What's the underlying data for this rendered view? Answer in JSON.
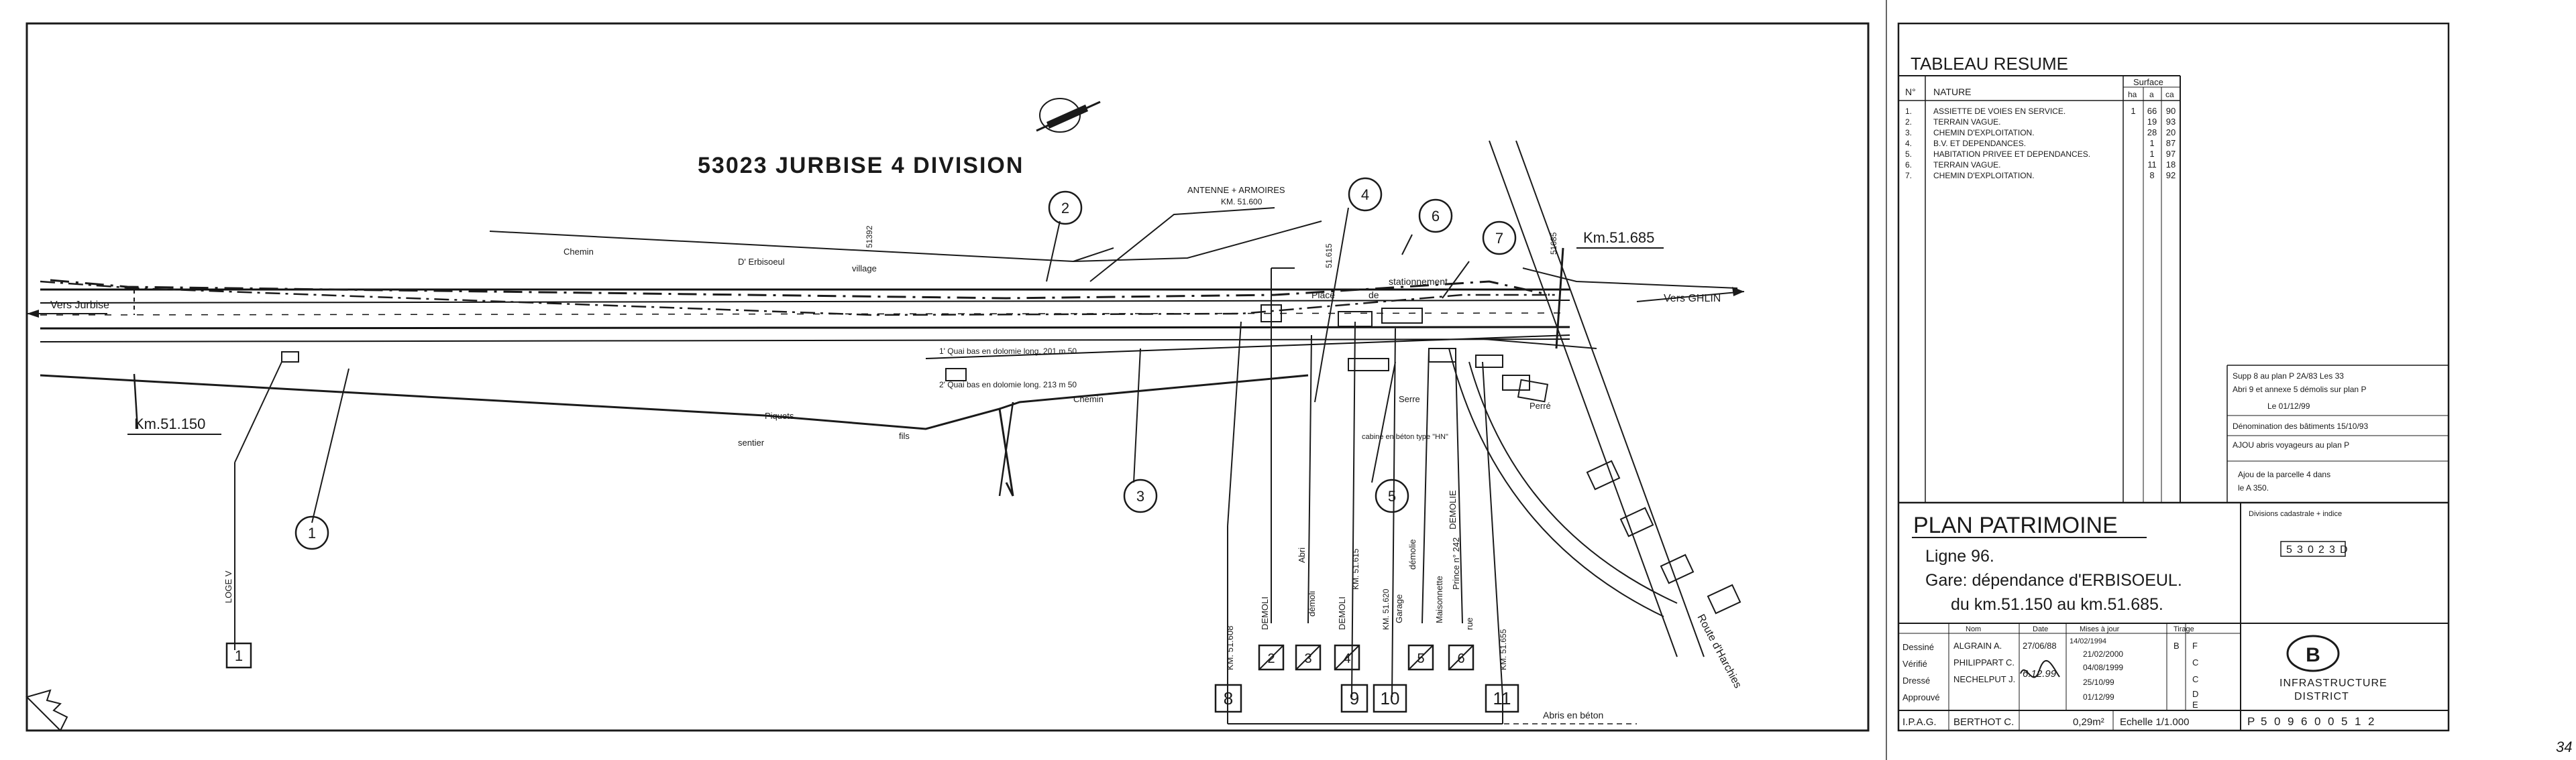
{
  "plan": {
    "title": "53023 JURBISE 4 DIVISION",
    "km_start": "Km.51.150",
    "km_end": "Km.51.685",
    "vers_left": "Vers Jurbise",
    "vers_right": "Vers GHLIN",
    "chemin_top": "Chemin",
    "chemin_erbisoeul": "D' Erbisoeul",
    "village": "village",
    "chemin_low": "Chemin",
    "piquets": "Piquets",
    "fils": "fils",
    "sentier": "sentier",
    "place": "Place",
    "de": "de",
    "stationnement": "stationnement",
    "antenne": "ANTENNE + ARMOIRES",
    "antenne_km": "KM. 51.600",
    "km51392": "51392",
    "km51615": "51.615",
    "km51685b": "51685",
    "quai1": "1' Quai    bas    en    dolomie    long. 201 m 50",
    "quai2": "2' Quai    bas    en    dolomie    long. 213 m 50",
    "remarque_abri": "Abris en béton",
    "cabine": "cabine en béton type \"HN\"",
    "perre": "Perré",
    "serre": "Serre",
    "route": "Route d'Harchies",
    "callouts": [
      "1",
      "2",
      "3",
      "4",
      "5",
      "6",
      "7"
    ],
    "boxes": [
      "1",
      "2",
      "3",
      "4",
      "5",
      "6",
      "8",
      "9",
      "10",
      "11"
    ],
    "vlabels": {
      "loge": "LOGE V",
      "km51608": "KM. 51.608",
      "demoli1": "DEMOLI",
      "abri": "Abri",
      "demoli2": "démoli",
      "demoli3": "DEMOLI",
      "km51615v": "KM. 51.615",
      "km51620": "KM. 51.620",
      "garage": "Garage",
      "demolie": "démolie",
      "maison": "Maisonnette",
      "demolie2": "DEMOLIE",
      "rue": "rue",
      "prince": "Prince n° 242",
      "km51655": "KM. 51.655"
    }
  },
  "tableau": {
    "title": "TABLEAU RESUME",
    "col_no": "N°",
    "col_nature": "NATURE",
    "col_surface": "Surface",
    "col_ha": "ha",
    "col_a": "a",
    "col_ca": "ca",
    "rows": [
      {
        "no": "1.",
        "nature": "ASSIETTE DE VOIES EN SERVICE.",
        "ha": "1",
        "a": "66",
        "ca": "90"
      },
      {
        "no": "2.",
        "nature": "TERRAIN VAGUE.",
        "ha": "",
        "a": "19",
        "ca": "93"
      },
      {
        "no": "3.",
        "nature": "CHEMIN D'EXPLOITATION.",
        "ha": "",
        "a": "28",
        "ca": "20"
      },
      {
        "no": "4.",
        "nature": "B.V. ET DEPENDANCES.",
        "ha": "",
        "a": "1",
        "ca": "87"
      },
      {
        "no": "5.",
        "nature": "HABITATION PRIVEE ET DEPENDANCES.",
        "ha": "",
        "a": "1",
        "ca": "97"
      },
      {
        "no": "6.",
        "nature": "TERRAIN VAGUE.",
        "ha": "",
        "a": "11",
        "ca": "18"
      },
      {
        "no": "7.",
        "nature": "CHEMIN D'EXPLOITATION.",
        "ha": "",
        "a": "8",
        "ca": "92"
      }
    ]
  },
  "notes": [
    "Supp 8 au plan P 2A/83 Les 33",
    "Abri 9 et annexe 5 démolis sur plan P",
    "Le 01/12/99",
    "Dénomination des bâtiments 15/10/93",
    "AJOU abris voyageurs au plan P",
    "Ajou de la parcelle 4 dans",
    "le A 350."
  ],
  "cartouche": {
    "title": "PLAN PATRIMOINE",
    "ligne": "Ligne  96.",
    "gare": "Gare: dépendance d'ERBISOEUL.",
    "du": "du km.51.150 au km.51.685.",
    "div_label": "Divisions cadastrale + indice",
    "div_code": [
      "5",
      "3",
      "0",
      "2",
      "3",
      "D"
    ],
    "head_nom": "Nom",
    "head_date": "Date",
    "head_mise": "Mises à jour",
    "head_tirage": "Tirage",
    "rows": [
      {
        "role": "Dessiné",
        "nom": "ALGRAIN A.",
        "date": "27/06/88",
        "maj": "14/02/1994",
        "tir": "B",
        "tir2": "F"
      },
      {
        "role": "Vérifié",
        "nom": "PHILIPPART C.",
        "date": "",
        "maj": "21/02/2000",
        "tir": "",
        "tir2": "C"
      },
      {
        "role": "Dressé",
        "nom": "NECHELPUT J.",
        "date": "6.12.99",
        "maj": "04/08/1999",
        "tir": "",
        "tir2": "C"
      },
      {
        "role": "Approuvé",
        "nom": "",
        "date": "",
        "maj": "25/10/99",
        "tir": "",
        "tir2": "D"
      },
      {
        "role": "",
        "nom": "",
        "date": "",
        "maj": "01/12/99",
        "tir": "",
        "tir2": "E"
      }
    ],
    "ipag_label": "I.P.A.G.",
    "ipag_nom": "BERTHOT C.",
    "surface": "0,29m²",
    "echelle": "Echelle 1/1.000",
    "plan_no": [
      "P",
      "5",
      "0",
      "9",
      "6",
      "0",
      "0",
      "5",
      "1",
      "2"
    ],
    "infra": "INFRASTRUCTURE",
    "district": "DISTRICT",
    "logo": "B",
    "page": "34"
  }
}
